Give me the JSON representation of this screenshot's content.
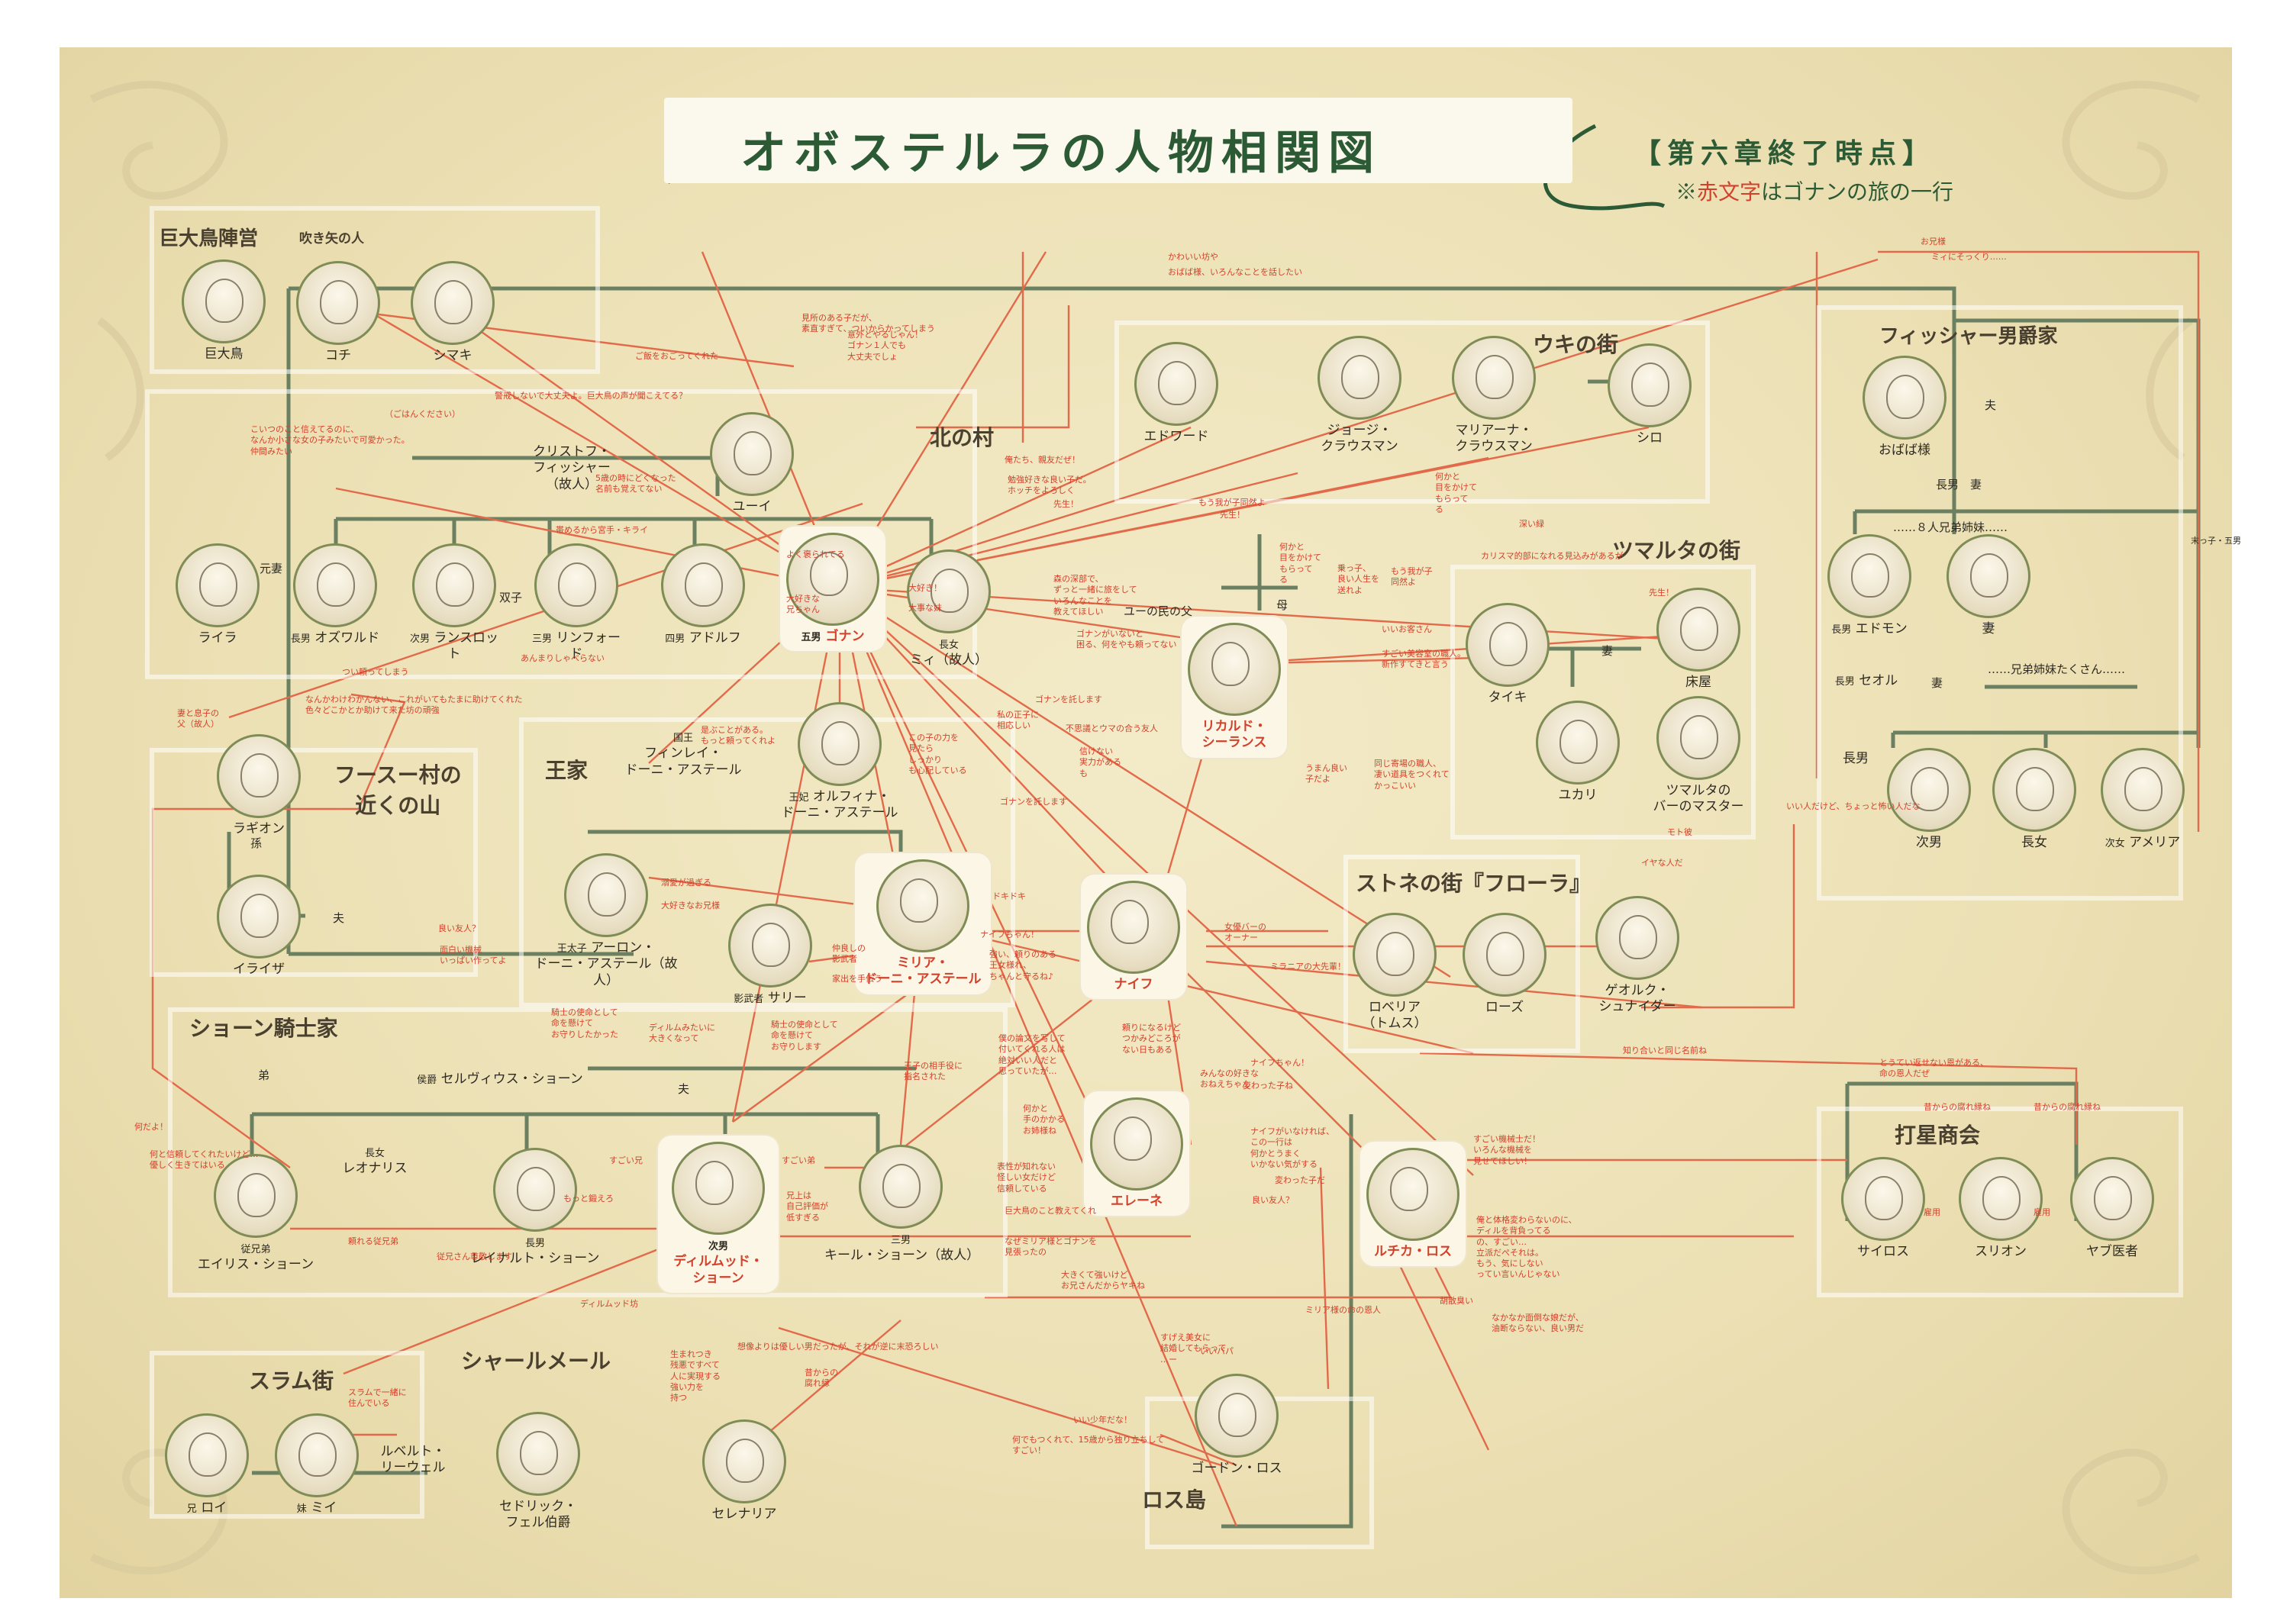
{
  "header": {
    "title": "オボステルラの人物相関図",
    "chapter": "【第六章終了時点】",
    "legend_prefix": "※",
    "legend_red": "赤文字",
    "legend_suffix": "はゴナンの旅の一行"
  },
  "groups": {
    "kyodaicho": "巨大鳥陣営",
    "kyodaicho_sub": "吹き矢の人",
    "kitanomura": "北の村",
    "ukinomachi": "ウキの街",
    "fisher": "フィッシャー男爵家",
    "tsumaruta": "ツマルタの街",
    "fusu": "フースー村の\n近くの山",
    "ouke": "王家",
    "stone": "ストネの街『フローラ』",
    "shone": "ショーン騎士家",
    "uchiboshi": "打星商会",
    "slum": "スラム街",
    "sharmail": "シャールメール",
    "losu": "ロス島"
  },
  "people": {
    "kyodaicho": "巨大鳥",
    "kochi": "コチ",
    "shimaki": "シマキ",
    "christoph": "クリストフ・\nフィッシャー\n（故人）",
    "yui": "ユーイ",
    "raira": "ライラ",
    "oswald": "オズワルド",
    "oswald_role": "長男",
    "lancelot": "ランスロット",
    "lancelot_role": "次男",
    "linford": "リンフォード",
    "linford_role": "三男",
    "adolf": "アドルフ",
    "adolf_role": "四男",
    "gonan": "ゴナン",
    "gonan_role": "五男",
    "mii_dead": "ミィ（故人）",
    "mii_dead_role": "長女",
    "edward": "エドワード",
    "george": "ジョージ・\nクラウスマン",
    "mariana": "マリアーナ・\nクラウスマン",
    "shiro": "シロ",
    "obaba": "おばば様",
    "edmon": "エドモン",
    "edmon_role": "長男",
    "tsuma1": "妻",
    "seol": "セオル",
    "seol_role": "長男",
    "jinan_f": "次男",
    "chojo_f": "長女",
    "amelia": "アメリア",
    "amelia_role": "次女",
    "chonan_f": "長男",
    "ricardo": "リカルド・\nシーランス",
    "taiki": "タイキ",
    "yukari": "ユカリ",
    "tokoya": "床屋",
    "tsumaruta_master": "ツマルタの\nバーのマスター",
    "ragion": "ラギオン",
    "iraiza": "イライザ",
    "finley": "フィンレイ・\nドーニ・アステール",
    "finley_role": "国王",
    "olfina": "オルフィナ・\nドーニ・アステール",
    "olfina_role": "王妃",
    "aaron": "アーロン・\nドーニ・アステール（故人）",
    "aaron_role": "王太子",
    "milia": "ミリア・\nドーニ・アステール",
    "sally": "サリー",
    "sally_role": "影武者",
    "naif": "ナイフ",
    "roberia": "ロベリア\n（トムス）",
    "rose": "ローズ",
    "georg": "ゲオルク・\nシュナイダー",
    "sylvius": "セルヴィウス・ショーン",
    "sylvius_role": "侯爵",
    "leonaris": "レオナリス",
    "leonaris_role": "長女",
    "eilis": "エイリス・ショーン",
    "eilis_role": "従兄弟",
    "reinhard": "レイナルト・ショーン",
    "reinhard_role": "長男",
    "dilmud": "ディルムッド・\nショーン",
    "dilmud_role": "次男",
    "kiel": "キール・ショーン（故人）",
    "kiel_role": "三男",
    "elene": "エレーネ",
    "ruchika": "ルチカ・ロス",
    "sairos": "サイロス",
    "surion": "スリオン",
    "yabu": "ヤブ医者",
    "roi": "ロイ",
    "roi_role": "兄",
    "mii_slum": "ミイ",
    "mii_slum_role": "妹",
    "rupert": "ルベルト・\nリーウェル",
    "cedric": "セドリック・\nフェル伯爵",
    "cenaria": "セレナリア",
    "gordon": "ゴードン・ロス"
  },
  "structure_notes": {
    "motozuma": "元妻",
    "futago": "双子",
    "yunotami": "ユーの民の父",
    "haha": "母",
    "otto1": "夫",
    "otto2": "夫",
    "tsuma_t": "妻",
    "tsuma_s": "妻",
    "otto_s": "夫",
    "choman_tsuma": "長男　妻",
    "hachinin": "……８人兄弟姉妹……",
    "kyodai_takusan": "……兄弟姉妹たくさん……",
    "mago": "孫",
    "otouto": "弟",
    "suekko": "末っ子・五男",
    "koyou1": "雇用",
    "koyou2": "雇用"
  },
  "relation_notes": {
    "n1": "ご飯をおごってくれた",
    "n2": "警戒しないで大丈夫よ。巨大鳥の声が聞こえてる？",
    "n3": "（ごはんください）",
    "n4": "こいつのこと信えてるのに、\nなんか小さな女の子みたいで可愛かった。\n仲間みたい",
    "n5": "5歳の時にどくなった\n名前も覚えてない",
    "n6": "帯めるから宮手・キライ",
    "n7": "よく褒られてる",
    "n8": "大好きな\n兄ちゃん",
    "n9": "大好き！",
    "n10": "大事な妹",
    "n11": "つい頼ってしまう",
    "n12": "あんまりしゃべらない",
    "n13": "なんかわけわかんない、これがいてもたまに助けてくれた\n色々どこかとか助けて来た坊の頑強",
    "n14": "妻と息子の\n父（故人）",
    "n15": "かわいい坊や",
    "n16": "おばば様、いろんなことを話したい",
    "n17": "意外とやるじゃん！\nゴナン１人でも\n大丈夫でしょ",
    "n18": "見所のある子だが、\n素直すぎて、ついからかってしまう",
    "n19": "俺たち、親友だぜ！",
    "n20": "勉強好きな良い子だ。\nホッチをよろしく",
    "n21": "先生！",
    "n22": "もう我が子同然よ",
    "n23": "先生！",
    "n24": "何かと\n目をかけて\nもらって\nる",
    "n25": "何かと\n目をかけて\nもらって\nる",
    "n26": "深い緑",
    "n27": "森の深部で、\nずっと一緒に旅をして\nいろんなことを\n教えてほしい",
    "n28": "ゴナンがいないと\n困る、何をやも頼ってない",
    "n29": "カリスマ的部になれる見込みがあるが",
    "n30": "先生！",
    "n31": "いいお客さん",
    "n32": "すごい美容室の職人。\n新作すてきと言う",
    "n33": "乗っ子、\n良い人生を\n送れよ",
    "n34": "もう我が子\n同然よ",
    "n35": "お兄様",
    "n36": "ミィにそっくり……",
    "n37": "是ぶことがある。\nもっと頼ってくれよ",
    "n38": "この子の力を\n見たら\nしっかり\nも心配している",
    "n39": "不思議とウマの合う友人",
    "n40": "ゴナンを託します",
    "n41": "信けない\n実力がある\nも",
    "n42": "私の正子に\n相応しい",
    "n43": "ゴナンを託します",
    "n44": "うまん良い\n子だよ",
    "n45": "同じ寄場の職人、\n凄い道具をつくれて\nかっこいい",
    "n46": "モト彼",
    "n47": "イヤな人だ",
    "n48": "いい人だけど、ちょっと怖い人だな",
    "n49": "溺愛が過ぎる",
    "n50": "大好きなお兄様",
    "n51": "仲良しの\n影武者",
    "n52": "家出を手伝う",
    "n53": "ドキドキ",
    "n54": "ナイフちゃん！",
    "n55": "強い、頼りのある\n王女様れ、\nちゃんと守るね♪",
    "n56": "女優バーの\nオーナー",
    "n57": "ミラニアの大先輩！",
    "n58": "良い友人？",
    "n59": "面白い機械\nいっぱい作ってよ",
    "n60": "騎士の使命として\n命を懸けて\nお守りしたかった",
    "n61": "ディルムみたいに\n大きくなって",
    "n62": "騎士の使命として\n命を懸けて\nお守りします",
    "n63": "王子の相手役に\n指名された",
    "n64": "すごい兄",
    "n65": "もっと鍛えろ",
    "n66": "すごい弟",
    "n67": "兄上は\n自己評価が\n低すぎる",
    "n68": "頼れる従兄弟",
    "n69": "従兄さん尊敬します",
    "n70": "巨大鳥のこと教えてくれ",
    "n71": "なぜミリア様とゴナンを\n見張ったの",
    "n72": "大きくて強いけど\nお兄さんだからヤキね",
    "n73": "僕の論文を写して\n付いてくれる人は\n絶対いい人だと\n思っていたが…",
    "n74": "頼りになるけど\nつかみどころが\nない日もある",
    "n75": "何かと\n手のかかる\nお姉様ね",
    "n76": "表性が知れない\n怪しい女だけど\n信頼している",
    "n77": "みんなの好きな\nおねえちゃん",
    "n78": "ナイフちゃん！",
    "n79": "変わった子ね",
    "n80": "ナイフがいなければ、\nこの一行は\n何かとうまく\nいかない気がする",
    "n81": "変わった子だ",
    "n82": "良い友人？",
    "n83": "すごい機械士だ！\nいろんな機械を\n見せてほしい！",
    "n84": "俺と体格変わらないのに、\nディルを背負ってる\nの、すごい…\n立派だぺそれは。\nもう、気にしない\nってい言いんじゃない",
    "n85": "知り合いと同じ名前ね",
    "n86": "とうてい返せない恩がある、\n命の恩人だぜ",
    "n87": "昔からの腐れ縁ね",
    "n88": "昔からの腐れ縁ね",
    "n89": "ミリア様の命の恩人",
    "n90": "なかなか面倒な娘だが、\n油断ならない、良い男だ",
    "n91": "想像よりは優しい男だったが、それが逆に末恐ろしい",
    "n92": "ディルムッド坊",
    "n93": "生まれつき\n残悪ですべて\n人に実現する\n強い力を\n持つ",
    "n94": "昔からの\n腐れ縁",
    "n95": "いいパパ",
    "n96": "すげえ美女に\n結婚してもらって\n…ー",
    "n97": "いい少年だな！",
    "n98": "何でもつくれて、15歳から独り立ちして\nすごい！",
    "n99": "胡散臭い",
    "n100": "スラムで一緒に\n住んでいる",
    "n101": "何だよ！",
    "n102": "何と信頼してくれたいけど…\n優しく生きてはいる"
  }
}
